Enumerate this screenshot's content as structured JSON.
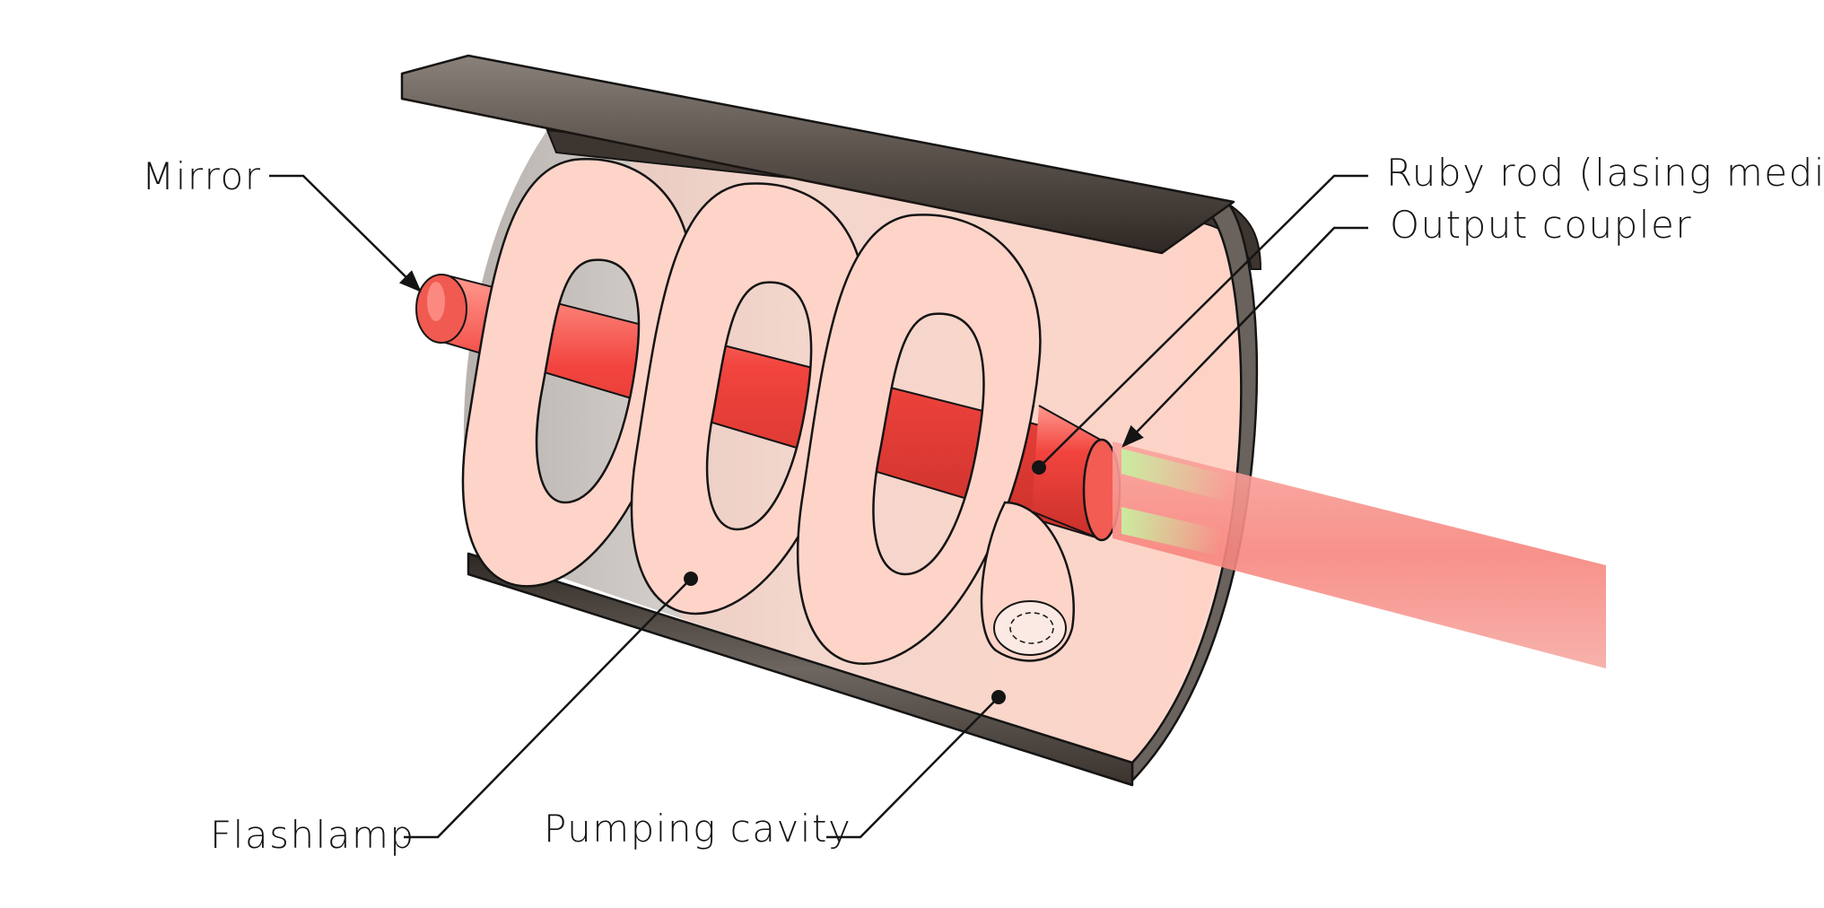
{
  "labels": {
    "mirror": "Mirror",
    "ruby_rod": "Ruby rod (lasing medium)",
    "output_coupler": "Output coupler",
    "flashlamp": "Flashlamp",
    "pumping_cavity": "Pumping cavity"
  },
  "colors": {
    "ruby": "#f2443e",
    "flashlamp_glow": "#ffd4c8",
    "cavity_metal": "#4a423d",
    "beam": "#f7857e",
    "coupler_glow": "#c8f0a0",
    "ink": "#141414"
  },
  "icons": {
    "label_marker": "filled-dot",
    "leader_arrow": "arrowhead"
  }
}
